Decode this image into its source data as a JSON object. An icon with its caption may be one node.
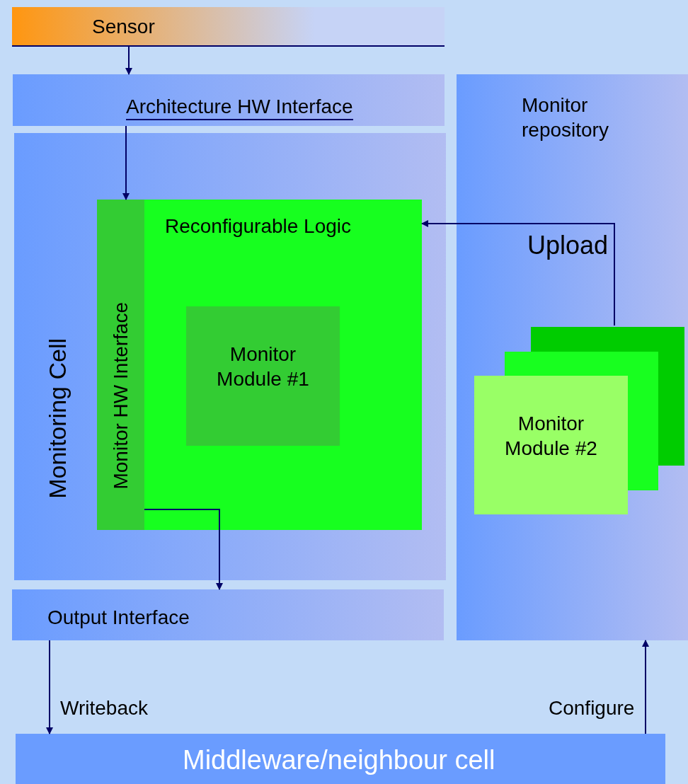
{
  "diagram": {
    "nodes": [
      {
        "text": [
          "Sensor"
        ]
      },
      {
        "text": [
          "Architecture HW Interface"
        ]
      },
      {
        "text": [
          "Monitoring Cell"
        ]
      },
      {
        "text": [
          "Reconfigurable Logic"
        ],
        "in": 2
      },
      {
        "text": [
          "Monitor HW Interface"
        ],
        "in": 3
      },
      {
        "text": [
          "Monitor Module #1"
        ],
        "in": 3
      },
      {
        "text": [
          "Monitor repository"
        ]
      },
      {
        "text": [
          "Monitor Module #2"
        ],
        "in": 6
      },
      {
        "text": [
          "Output Interface"
        ]
      },
      {
        "text": [
          "Middleware/neighbour cell"
        ]
      }
    ],
    "edges": [
      {
        "from": 0,
        "to": 1,
        "arrow": "to"
      },
      {
        "from": 1,
        "to": 4,
        "arrow": "to"
      },
      {
        "from": 7,
        "to": 3,
        "arrow": "to",
        "label": "Upload"
      },
      {
        "from": 4,
        "to": 8,
        "arrow": "to"
      },
      {
        "from": 8,
        "to": 9,
        "arrow": "to",
        "label": "Writeback"
      },
      {
        "from": 9,
        "to": 6,
        "arrow": "to",
        "label": "Configure"
      }
    ]
  }
}
